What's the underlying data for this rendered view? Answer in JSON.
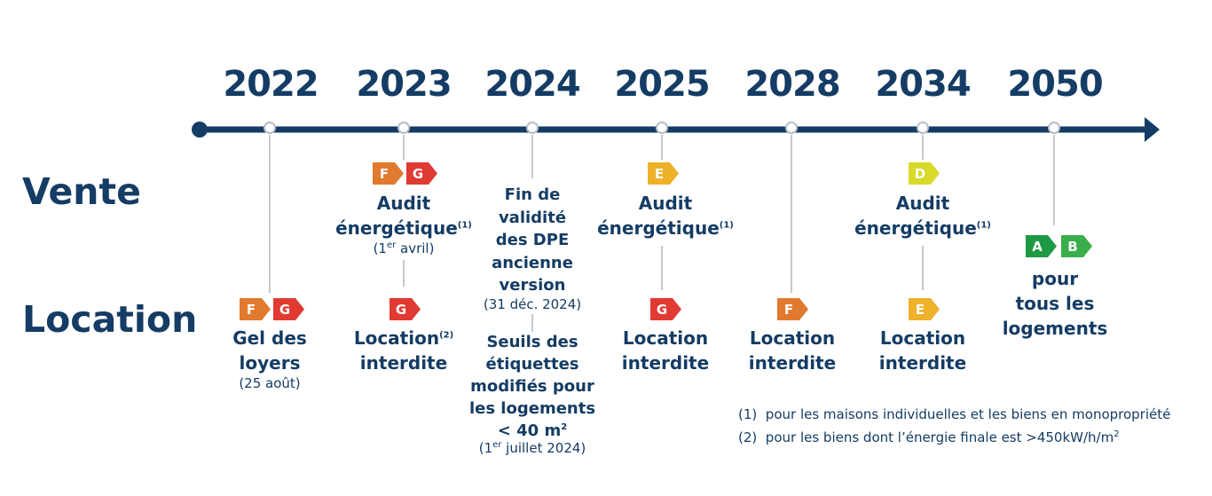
{
  "row_labels": {
    "vente": "Vente",
    "location": "Location"
  },
  "years": [
    "2022",
    "2023",
    "2024",
    "2025",
    "2028",
    "2034",
    "2050"
  ],
  "colors": {
    "axis": "#143c64",
    "A": "#1e9a45",
    "B": "#3aae4a",
    "D": "#d8da2a",
    "E": "#eeb12a",
    "F": "#e07a2e",
    "G": "#e03a32"
  },
  "y2022": {
    "location_tags": [
      "F",
      "G"
    ],
    "location_text": [
      "Gel des",
      "loyers"
    ],
    "location_date": "(25 août)"
  },
  "y2023": {
    "vente_tags": [
      "F",
      "G"
    ],
    "vente_text_1": "Audit",
    "vente_text_2": "énergétique",
    "vente_sup": "(1)",
    "vente_date_pre": "(1",
    "vente_date_sup": "er",
    "vente_date_post": " avril)",
    "location_tags": [
      "G"
    ],
    "location_text_1": "Location",
    "location_sup": "(2)",
    "location_text_2": "interdite"
  },
  "y2024": {
    "vente_text": [
      "Fin de",
      "validité",
      "des DPE",
      "ancienne",
      "version"
    ],
    "vente_date": "(31 déc. 2024)",
    "location_text": [
      "Seuils des",
      "étiquettes",
      "modifiés pour",
      "les logements"
    ],
    "location_last_pre": "< 40 m",
    "location_last_sup": "2",
    "location_date_pre": "(1",
    "location_date_sup": "er",
    "location_date_post": " juillet 2024)"
  },
  "y2025": {
    "vente_tags": [
      "E"
    ],
    "vente_text_1": "Audit",
    "vente_text_2": "énergétique",
    "vente_sup": "(1)",
    "location_tags": [
      "G"
    ],
    "location_text": [
      "Location",
      "interdite"
    ]
  },
  "y2028": {
    "location_tags": [
      "F"
    ],
    "location_text": [
      "Location",
      "interdite"
    ]
  },
  "y2034": {
    "vente_tags": [
      "D"
    ],
    "vente_text_1": "Audit",
    "vente_text_2": "énergétique",
    "vente_sup": "(1)",
    "location_tags": [
      "E"
    ],
    "location_text": [
      "Location",
      "interdite"
    ]
  },
  "y2050": {
    "tags": [
      "A",
      "B"
    ],
    "text": [
      "pour",
      "tous les",
      "logements"
    ]
  },
  "notes": {
    "note1_num": "(1)",
    "note1_text": "pour les maisons individuelles et les biens en monopropriété",
    "note2_num": "(2)",
    "note2_text_pre": "pour les biens dont l’énergie finale est >450kW/h/m",
    "note2_sup": "2"
  }
}
